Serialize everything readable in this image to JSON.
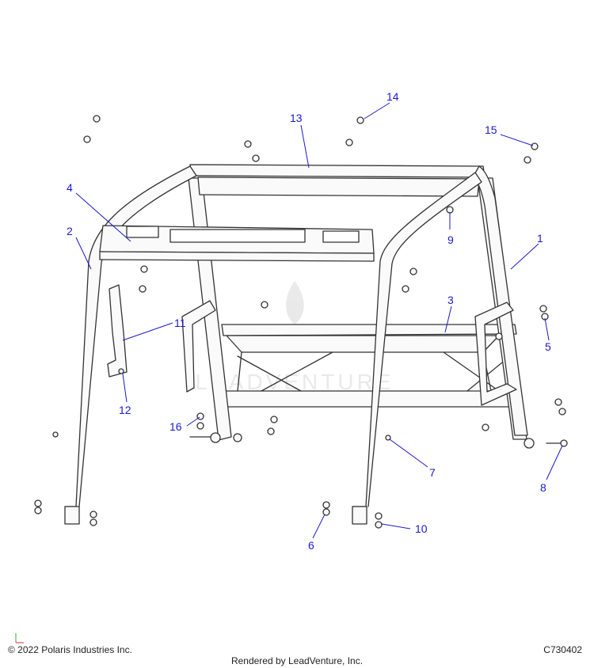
{
  "callouts": [
    {
      "n": "1",
      "label": "1"
    },
    {
      "n": "2",
      "label": "2"
    },
    {
      "n": "3",
      "label": "3"
    },
    {
      "n": "4",
      "label": "4"
    },
    {
      "n": "5",
      "label": "5"
    },
    {
      "n": "6",
      "label": "6"
    },
    {
      "n": "7",
      "label": "7"
    },
    {
      "n": "8",
      "label": "8"
    },
    {
      "n": "9",
      "label": "9"
    },
    {
      "n": "10",
      "label": "10"
    },
    {
      "n": "11",
      "label": "11"
    },
    {
      "n": "12",
      "label": "12"
    },
    {
      "n": "13",
      "label": "13"
    },
    {
      "n": "14",
      "label": "14"
    },
    {
      "n": "15",
      "label": "15"
    },
    {
      "n": "16",
      "label": "16"
    }
  ],
  "footer": {
    "copyright": "© 2022 Polaris Industries Inc.",
    "diagram_code": "C730402",
    "rendered_by": "Rendered by LeadVenture, Inc."
  },
  "watermark": "LEADVENTURE",
  "colors": {
    "callout": "#1a1acc",
    "line": "#333333",
    "tube": "#fafafa"
  }
}
